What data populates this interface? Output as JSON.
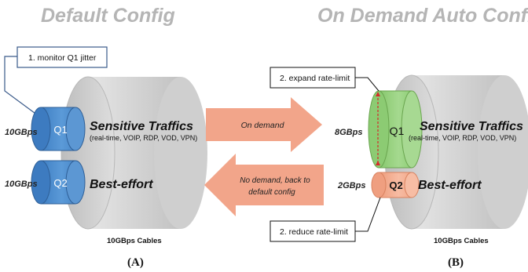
{
  "titles": {
    "left": "Default Config",
    "right": "On Demand Auto Config"
  },
  "left_panel": {
    "callout": "1. monitor Q1 jitter",
    "q1_rate": "10GBps",
    "q2_rate": "10GBps",
    "q1_label": "Q1",
    "q2_label": "Q2",
    "sensitive_title": "Sensitive Traffics",
    "sensitive_sub": "(real-time, VOIP, RDP, VOD, VPN)",
    "besteffort": "Best-effort",
    "cables": "10GBps Cables",
    "caption": "(A)"
  },
  "arrows": {
    "forward": "On demand",
    "back_line1": "No demand, back to",
    "back_line2": "default config"
  },
  "right_panel": {
    "callout_top": "2. expand rate-limit",
    "callout_bottom": "2. reduce rate-limit",
    "q1_rate": "8GBps",
    "q2_rate": "2GBps",
    "q1_label": "Q1",
    "q2_label": "Q2",
    "sensitive_title": "Sensitive Traffics",
    "sensitive_sub": "(real-time, VOIP, RDP, VOD, VPN)",
    "besteffort": "Best-effort",
    "cables": "10GBps Cables",
    "caption": "(B)"
  },
  "colors": {
    "cable": "#d2d2d2",
    "q_blue": "#4f8fd0",
    "q_green": "#8fcf77",
    "q_orange": "#f3a98a",
    "arrow": "#f2a58a"
  }
}
